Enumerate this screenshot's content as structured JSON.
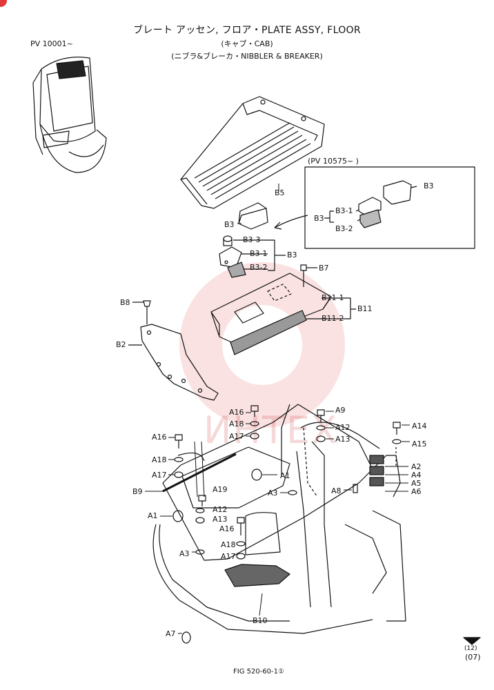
{
  "header": {
    "title_line1": "ブレート アッセン, フロア・PLATE ASSY, FLOOR",
    "title_line2": "(キャブ・CAB)",
    "title_line3": "(ニブラ&ブレーカ・NIBBLER & BREAKER)",
    "serial_from": "PV 10001~"
  },
  "inset": {
    "serial_from": "(PV 10575~ )",
    "labels": [
      "B3",
      "B3-1",
      "B3-2",
      "B3"
    ]
  },
  "labels": {
    "B5": "B5",
    "B3": "B3",
    "B3_3": "B3-3",
    "B3_1": "B3-1",
    "B3_2": "B3-2",
    "B3_group": "B3",
    "B7": "B7",
    "B8": "B8",
    "B2": "B2",
    "B11_1": "B11-1",
    "B11_2": "B11-2",
    "B11": "B11",
    "A16a": "A16",
    "A18a": "A18",
    "A17a": "A17",
    "A16b": "A16",
    "A18b": "A18",
    "A17b": "A17",
    "A9": "A9",
    "A12a": "A12",
    "A13a": "A13",
    "A14": "A14",
    "A15": "A15",
    "A1a": "A1",
    "A2": "A2",
    "A4": "A4",
    "A5": "A5",
    "A6": "A6",
    "A8": "A8",
    "B9": "B9",
    "A19": "A19",
    "A3a": "A3",
    "A1b": "A1",
    "A12b": "A12",
    "A13b": "A13",
    "A16c": "A16",
    "A18c": "A18",
    "A17c": "A17",
    "A3b": "A3",
    "B10": "B10",
    "A7": "A7"
  },
  "footer": {
    "fig": "FIG 520-60-1①",
    "page_code": "(07)",
    "page_mark": "(12)"
  },
  "watermark": {
    "text": "ИНТЕХ",
    "color": "#c82828"
  }
}
